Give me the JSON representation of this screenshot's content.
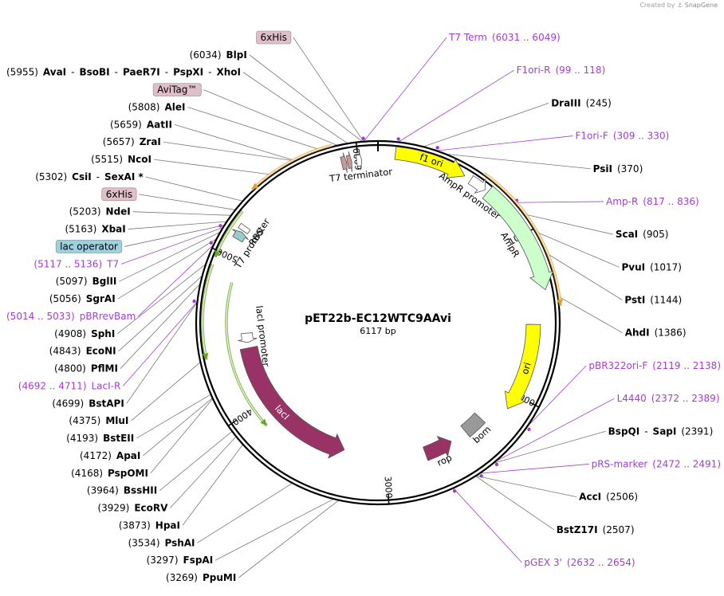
{
  "credit": {
    "prefix": "Created by",
    "brand": "SnapGene"
  },
  "plasmid": {
    "name": "pET22b-EC12WTC9AAvi",
    "size": "6117 bp",
    "length": 6117
  },
  "ticks": [
    {
      "bp": 1000,
      "label": "1000"
    },
    {
      "bp": 2000,
      "label": "2000"
    },
    {
      "bp": 3000,
      "label": "3000"
    },
    {
      "bp": 4000,
      "label": "4000"
    },
    {
      "bp": 5000,
      "label": "5000"
    },
    {
      "bp": 6000,
      "label": "6000"
    }
  ],
  "labels": [
    {
      "bp": 6034,
      "side": "L",
      "parts": [
        {
          "t": "(6034)",
          "k": "pos"
        },
        {
          "t": "BlpI",
          "k": "enz"
        }
      ]
    },
    {
      "bp": 6040,
      "side": "L",
      "parts": [
        {
          "t": "6xHis",
          "k": "box",
          "c": "#e0bfc9"
        }
      ]
    },
    {
      "bp": 5955,
      "side": "L",
      "parts": [
        {
          "t": "(5955)",
          "k": "pos"
        },
        {
          "t": "AvaI",
          "k": "enz"
        },
        {
          "t": "-",
          "k": "pos"
        },
        {
          "t": "BsoBI",
          "k": "enz"
        },
        {
          "t": "-",
          "k": "pos"
        },
        {
          "t": "PaeR7I",
          "k": "enz"
        },
        {
          "t": "-",
          "k": "pos"
        },
        {
          "t": "PspXI",
          "k": "enz"
        },
        {
          "t": "-",
          "k": "pos"
        },
        {
          "t": "XhoI",
          "k": "enz"
        }
      ]
    },
    {
      "bp": 5900,
      "side": "L",
      "parts": [
        {
          "t": "AviTag™",
          "k": "box",
          "c": "#e0bfc9"
        }
      ]
    },
    {
      "bp": 5808,
      "side": "L",
      "parts": [
        {
          "t": "(5808)",
          "k": "pos"
        },
        {
          "t": "AleI",
          "k": "enz"
        }
      ]
    },
    {
      "bp": 5659,
      "side": "L",
      "parts": [
        {
          "t": "(5659)",
          "k": "pos"
        },
        {
          "t": "AatII",
          "k": "enz"
        }
      ]
    },
    {
      "bp": 5657,
      "side": "L",
      "parts": [
        {
          "t": "(5657)",
          "k": "pos"
        },
        {
          "t": "ZraI",
          "k": "enz"
        }
      ]
    },
    {
      "bp": 5515,
      "side": "L",
      "parts": [
        {
          "t": "(5515)",
          "k": "pos"
        },
        {
          "t": "NcoI",
          "k": "enz"
        }
      ]
    },
    {
      "bp": 5302,
      "side": "L",
      "parts": [
        {
          "t": "(5302)",
          "k": "pos"
        },
        {
          "t": "CsiI",
          "k": "enz"
        },
        {
          "t": "-",
          "k": "pos"
        },
        {
          "t": "SexAI *",
          "k": "enz"
        }
      ]
    },
    {
      "bp": 5240,
      "side": "L",
      "parts": [
        {
          "t": "6xHis",
          "k": "box",
          "c": "#e0bfc9"
        }
      ]
    },
    {
      "bp": 5203,
      "side": "L",
      "parts": [
        {
          "t": "(5203)",
          "k": "pos"
        },
        {
          "t": "NdeI",
          "k": "enz"
        }
      ]
    },
    {
      "bp": 5163,
      "side": "L",
      "parts": [
        {
          "t": "(5163)",
          "k": "pos"
        },
        {
          "t": "XbaI",
          "k": "enz"
        }
      ]
    },
    {
      "bp": 5140,
      "side": "L",
      "parts": [
        {
          "t": "lac operator",
          "k": "box",
          "c": "#9ed0dd"
        }
      ]
    },
    {
      "bp": 5125,
      "side": "L",
      "parts": [
        {
          "t": "(5117 .. 5136)",
          "k": "feat"
        },
        {
          "t": "T7",
          "k": "feat"
        }
      ]
    },
    {
      "bp": 5097,
      "side": "L",
      "parts": [
        {
          "t": "(5097)",
          "k": "pos"
        },
        {
          "t": "BglII",
          "k": "enz"
        }
      ]
    },
    {
      "bp": 5056,
      "side": "L",
      "parts": [
        {
          "t": "(5056)",
          "k": "pos"
        },
        {
          "t": "SgrAI",
          "k": "enz"
        }
      ]
    },
    {
      "bp": 5023,
      "side": "L",
      "parts": [
        {
          "t": "(5014 .. 5033)",
          "k": "feat"
        },
        {
          "t": "pBRrevBam",
          "k": "feat"
        }
      ]
    },
    {
      "bp": 4908,
      "side": "L",
      "parts": [
        {
          "t": "(4908)",
          "k": "pos"
        },
        {
          "t": "SphI",
          "k": "enz"
        }
      ]
    },
    {
      "bp": 4843,
      "side": "L",
      "parts": [
        {
          "t": "(4843)",
          "k": "pos"
        },
        {
          "t": "EcoNI",
          "k": "enz"
        }
      ]
    },
    {
      "bp": 4800,
      "side": "L",
      "parts": [
        {
          "t": "(4800)",
          "k": "pos"
        },
        {
          "t": "PflMI",
          "k": "enz"
        }
      ]
    },
    {
      "bp": 4699,
      "side": "L",
      "parts": [
        {
          "t": "(4699)",
          "k": "pos"
        },
        {
          "t": "BstAPI",
          "k": "enz"
        }
      ]
    },
    {
      "bp": 4701,
      "side": "L",
      "parts": [
        {
          "t": "(4692 .. 4711)",
          "k": "feat"
        },
        {
          "t": "LacI-R",
          "k": "feat"
        }
      ]
    },
    {
      "bp": 4375,
      "side": "L",
      "parts": [
        {
          "t": "(4375)",
          "k": "pos"
        },
        {
          "t": "MluI",
          "k": "enz"
        }
      ]
    },
    {
      "bp": 4193,
      "side": "L",
      "parts": [
        {
          "t": "(4193)",
          "k": "pos"
        },
        {
          "t": "BstEII",
          "k": "enz"
        }
      ]
    },
    {
      "bp": 4172,
      "side": "L",
      "parts": [
        {
          "t": "(4172)",
          "k": "pos"
        },
        {
          "t": "ApaI",
          "k": "enz"
        }
      ]
    },
    {
      "bp": 4168,
      "side": "L",
      "parts": [
        {
          "t": "(4168)",
          "k": "pos"
        },
        {
          "t": "PspOMI",
          "k": "enz"
        }
      ]
    },
    {
      "bp": 3964,
      "side": "L",
      "parts": [
        {
          "t": "(3964)",
          "k": "pos"
        },
        {
          "t": "BssHII",
          "k": "enz"
        }
      ]
    },
    {
      "bp": 3929,
      "side": "L",
      "parts": [
        {
          "t": "(3929)",
          "k": "pos"
        },
        {
          "t": "EcoRV",
          "k": "enz"
        }
      ]
    },
    {
      "bp": 3873,
      "side": "L",
      "parts": [
        {
          "t": "(3873)",
          "k": "pos"
        },
        {
          "t": "HpaI",
          "k": "enz"
        }
      ]
    },
    {
      "bp": 3534,
      "side": "L",
      "parts": [
        {
          "t": "(3534)",
          "k": "pos"
        },
        {
          "t": "PshAI",
          "k": "enz"
        }
      ]
    },
    {
      "bp": 3297,
      "side": "L",
      "parts": [
        {
          "t": "(3297)",
          "k": "pos"
        },
        {
          "t": "FspAI",
          "k": "enz"
        }
      ]
    },
    {
      "bp": 3269,
      "side": "L",
      "parts": [
        {
          "t": "(3269)",
          "k": "pos"
        },
        {
          "t": "PpuMI",
          "k": "enz"
        }
      ]
    },
    {
      "bp": 6040,
      "side": "R",
      "parts": [
        {
          "t": "T7 Term",
          "k": "feat"
        },
        {
          "t": "(6031 .. 6049)",
          "k": "feat"
        }
      ]
    },
    {
      "bp": 108,
      "side": "R",
      "parts": [
        {
          "t": "F1ori-R",
          "k": "feat"
        },
        {
          "t": "(99 .. 118)",
          "k": "feat"
        }
      ]
    },
    {
      "bp": 245,
      "side": "R",
      "parts": [
        {
          "t": "DraIII",
          "k": "enz"
        },
        {
          "t": "(245)",
          "k": "pos"
        }
      ]
    },
    {
      "bp": 319,
      "side": "R",
      "parts": [
        {
          "t": "F1ori-F",
          "k": "feat"
        },
        {
          "t": "(309 .. 330)",
          "k": "feat"
        }
      ]
    },
    {
      "bp": 370,
      "side": "R",
      "parts": [
        {
          "t": "PsiI",
          "k": "enz"
        },
        {
          "t": "(370)",
          "k": "pos"
        }
      ]
    },
    {
      "bp": 826,
      "side": "R",
      "parts": [
        {
          "t": "Amp-R",
          "k": "feat"
        },
        {
          "t": "(817 .. 836)",
          "k": "feat"
        }
      ]
    },
    {
      "bp": 905,
      "side": "R",
      "parts": [
        {
          "t": "ScaI",
          "k": "enz"
        },
        {
          "t": "(905)",
          "k": "pos"
        }
      ]
    },
    {
      "bp": 1017,
      "side": "R",
      "parts": [
        {
          "t": "PvuI",
          "k": "enz"
        },
        {
          "t": "(1017)",
          "k": "pos"
        }
      ]
    },
    {
      "bp": 1144,
      "side": "R",
      "parts": [
        {
          "t": "PstI",
          "k": "enz"
        },
        {
          "t": "(1144)",
          "k": "pos"
        }
      ]
    },
    {
      "bp": 1386,
      "side": "R",
      "parts": [
        {
          "t": "AhdI",
          "k": "enz"
        },
        {
          "t": "(1386)",
          "k": "pos"
        }
      ]
    },
    {
      "bp": 2128,
      "side": "R",
      "parts": [
        {
          "t": "pBR322ori-F",
          "k": "feat"
        },
        {
          "t": "(2119 .. 2138)",
          "k": "feat"
        }
      ]
    },
    {
      "bp": 2380,
      "side": "R",
      "parts": [
        {
          "t": "L4440",
          "k": "feat"
        },
        {
          "t": "(2372 .. 2389)",
          "k": "feat"
        }
      ]
    },
    {
      "bp": 2391,
      "side": "R",
      "parts": [
        {
          "t": "BspQI",
          "k": "enz"
        },
        {
          "t": "-",
          "k": "pos"
        },
        {
          "t": "SapI",
          "k": "enz"
        },
        {
          "t": "(2391)",
          "k": "pos"
        }
      ]
    },
    {
      "bp": 2481,
      "side": "R",
      "parts": [
        {
          "t": "pRS-marker",
          "k": "feat"
        },
        {
          "t": "(2472 .. 2491)",
          "k": "feat"
        }
      ]
    },
    {
      "bp": 2506,
      "side": "R",
      "parts": [
        {
          "t": "AccI",
          "k": "enz"
        },
        {
          "t": "(2506)",
          "k": "pos"
        }
      ]
    },
    {
      "bp": 2507,
      "side": "R",
      "parts": [
        {
          "t": "BstZ17I",
          "k": "enz"
        },
        {
          "t": "(2507)",
          "k": "pos"
        }
      ]
    },
    {
      "bp": 2643,
      "side": "R",
      "parts": [
        {
          "t": "pGEX 3'",
          "k": "feat"
        },
        {
          "t": "(2632 .. 2654)",
          "k": "feat"
        }
      ]
    }
  ],
  "features": [
    {
      "name": "f1 ori",
      "start": 100,
      "end": 520,
      "r": 214,
      "w": 16,
      "color": "#ffff00",
      "dir": 1,
      "label": "f1 ori",
      "lbl": "inside"
    },
    {
      "name": "AmpR promoter",
      "start": 560,
      "end": 660,
      "r": 214,
      "w": 12,
      "color": "#ffffff",
      "dir": 1,
      "label": "AmpR promoter",
      "lbl": "below"
    },
    {
      "name": "AmpR",
      "start": 680,
      "end": 1340,
      "r": 214,
      "w": 20,
      "color": "#ccffcc",
      "dir": 1,
      "label": "AmpR",
      "lbl": "below"
    },
    {
      "name": "ori",
      "start": 1540,
      "end": 2100,
      "r": 195,
      "w": 18,
      "color": "#ffff00",
      "dir": 1,
      "label": "ori",
      "lbl": "inside"
    },
    {
      "name": "bom",
      "start": 2260,
      "end": 2400,
      "r": 175,
      "w": 18,
      "color": "#999999",
      "dir": 0,
      "label": "bom",
      "lbl": "above"
    },
    {
      "name": "rop",
      "start": 2520,
      "end": 2720,
      "r": 175,
      "w": 18,
      "color": "#993366",
      "dir": -1,
      "label": "rop",
      "lbl": "above"
    },
    {
      "name": "lacI",
      "start": 3310,
      "end": 4400,
      "r": 165,
      "w": 22,
      "color": "#993366",
      "dir": -1,
      "label": "lacI",
      "lbl": "inside"
    },
    {
      "name": "lacI promoter",
      "start": 4440,
      "end": 4510,
      "r": 165,
      "w": 14,
      "color": "#ffffff",
      "dir": -1,
      "label": "lacI promoter",
      "lbl": "below"
    },
    {
      "name": "T7 promoter",
      "start": 5110,
      "end": 5160,
      "r": 205,
      "w": 14,
      "color": "#99cccc",
      "dir": 1,
      "label": "T7 promoter",
      "lbl": "below"
    },
    {
      "name": "RBS",
      "start": 5170,
      "end": 5200,
      "r": 205,
      "w": 14,
      "color": "#ffffff",
      "dir": 0,
      "label": "RBS",
      "lbl": "below"
    },
    {
      "name": "tag",
      "start": 5900,
      "end": 5930,
      "r": 205,
      "w": 16,
      "color": "#cc9999",
      "dir": 1,
      "label": "",
      "lbl": "none"
    },
    {
      "name": "tag2",
      "start": 5935,
      "end": 5960,
      "r": 205,
      "w": 16,
      "color": "#cc9999",
      "dir": 1,
      "label": "",
      "lbl": "none"
    },
    {
      "name": "T7 terminator",
      "start": 5990,
      "end": 6020,
      "r": 205,
      "w": 14,
      "color": "#ffffff",
      "dir": 1,
      "label": "T7 terminator",
      "lbl": "below"
    }
  ],
  "outerArcs": [
    {
      "name": "orange-arc-1",
      "start": 5870,
      "end": 5380,
      "r": 230,
      "color": "#e0a030"
    },
    {
      "name": "orange-arc-2",
      "start": 600,
      "end": 1440,
      "r": 230,
      "color": "#e0a030"
    },
    {
      "name": "green-arc-1",
      "start": 5260,
      "end": 4960,
      "r": 220,
      "color": "#66aa22"
    },
    {
      "name": "green-arc-2",
      "start": 4920,
      "end": 4380,
      "r": 220,
      "color": "#66aa22"
    },
    {
      "name": "green-arc-3",
      "start": 4850,
      "end": 3860,
      "r": 190,
      "color": "#66aa22"
    }
  ]
}
